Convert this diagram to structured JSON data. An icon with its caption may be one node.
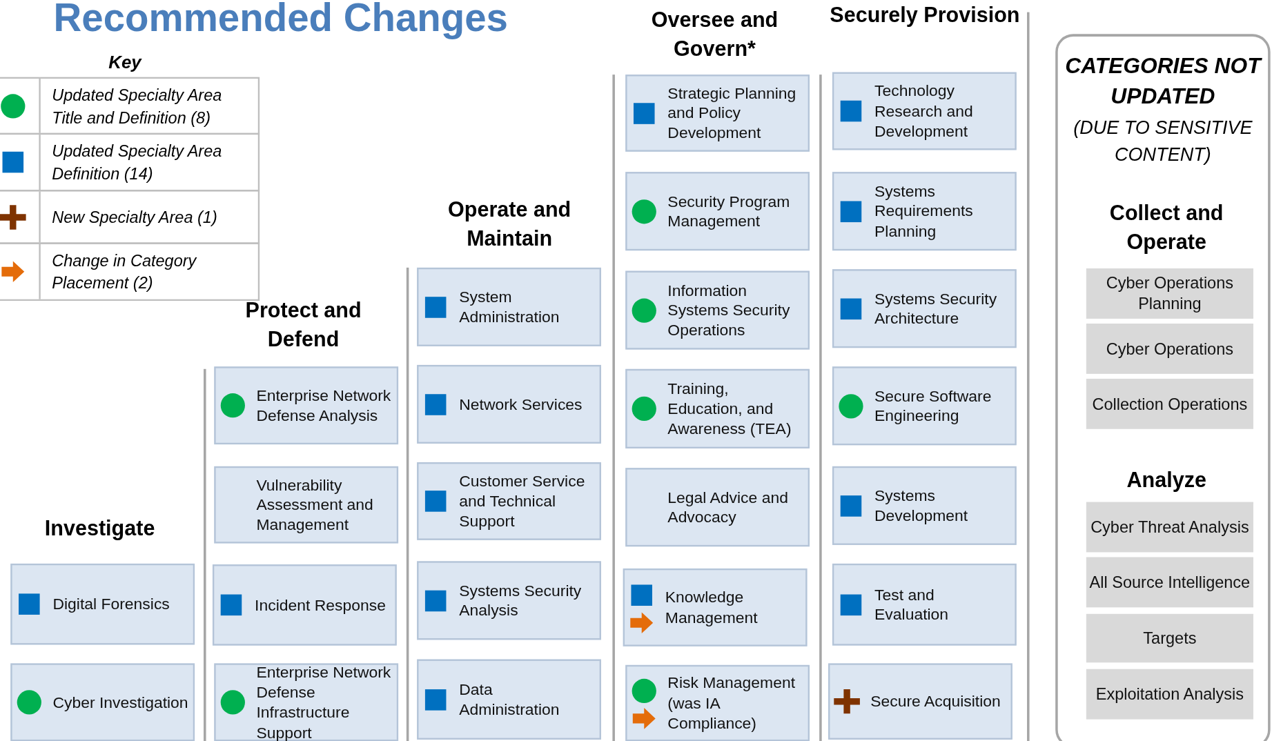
{
  "diagram": {
    "title": "Recommended Changes",
    "nodes": [
      {
        "text": [
          "Digital Forensics"
        ]
      },
      {
        "text": [
          "Cyber Investigation"
        ]
      },
      {
        "text": [
          "Enterprise Network Defense Analysis"
        ]
      },
      {
        "text": [
          "Vulnerability Assessment and Management"
        ]
      },
      {
        "text": [
          "Incident Response"
        ]
      },
      {
        "text": [
          "Enterprise Network Defense Infrastructure Support"
        ]
      },
      {
        "text": [
          "System Administration"
        ]
      },
      {
        "text": [
          "Network Services"
        ]
      },
      {
        "text": [
          "Customer Service and Technical Support"
        ]
      },
      {
        "text": [
          "Systems Security Analysis"
        ]
      },
      {
        "text": [
          "Data Administration"
        ]
      },
      {
        "text": [
          "Strategic Planning and Policy Development"
        ]
      },
      {
        "text": [
          "Security Program Management"
        ]
      },
      {
        "text": [
          "Information Systems Security Operations"
        ]
      },
      {
        "text": [
          "Training, Education, and Awareness (TEA)"
        ]
      },
      {
        "text": [
          "Legal Advice and Advocacy"
        ]
      },
      {
        "text": [
          "Knowledge Management"
        ]
      },
      {
        "text": [
          "Risk Management (was IA Compliance)"
        ]
      },
      {
        "text": [
          "Technology Research and Development"
        ]
      },
      {
        "text": [
          "Systems Requirements Planning"
        ]
      },
      {
        "text": [
          "Systems Security Architecture"
        ]
      },
      {
        "text": [
          "Secure Software Engineering"
        ]
      },
      {
        "text": [
          "Systems Development"
        ]
      },
      {
        "text": [
          "Test and Evaluation"
        ]
      },
      {
        "text": [
          "Secure Acquisition"
        ]
      },
      {
        "text": [
          "CATEGORIES NOT UPDATED",
          "(DUE TO SENSITIVE CONTENT)"
        ]
      },
      {
        "text": [
          "Cyber Operations Planning"
        ],
        "in": 25
      },
      {
        "text": [
          "Cyber Operations"
        ],
        "in": 25
      },
      {
        "text": [
          "Collection Operations"
        ],
        "in": 25
      },
      {
        "text": [
          "Cyber Threat Analysis"
        ],
        "in": 25
      },
      {
        "text": [
          "All Source Intelligence"
        ],
        "in": 25
      },
      {
        "text": [
          "Targets"
        ],
        "in": 25
      },
      {
        "text": [
          "Exploitation Analysis"
        ],
        "in": 25
      }
    ],
    "labels": [
      "Key",
      "Oversee and Govern*",
      "Securely Provision",
      "Operate and Maintain",
      "Protect and Defend",
      "Investigate",
      "Collect and Operate",
      "Analyze"
    ],
    "legend": [
      {
        "text": "Updated Specialty Area Title and Definition (8)",
        "color": "#00b050"
      },
      {
        "text": "Updated Specialty Area Definition (14)",
        "color": "#0070c0"
      },
      {
        "text": "New Specialty Area (1)",
        "color": "#7f3300"
      },
      {
        "text": "Change in Category Placement (2)",
        "color": "#e46c0a"
      }
    ]
  }
}
